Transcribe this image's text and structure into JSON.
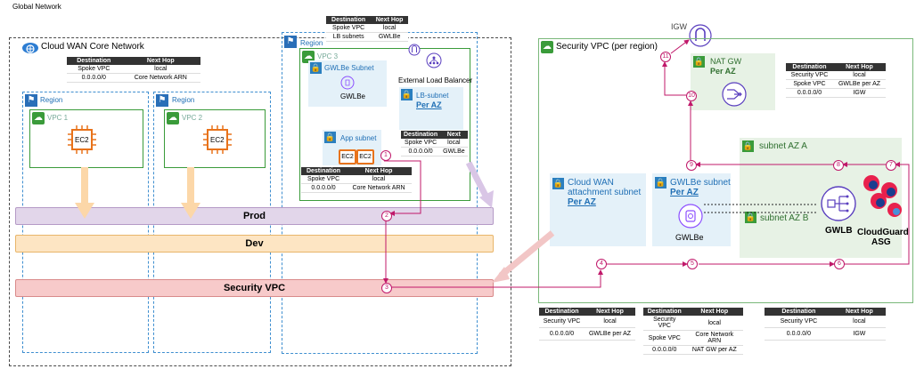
{
  "title": "Global Network",
  "core_network": {
    "label": "Cloud WAN Core Network",
    "route_table": {
      "headers": [
        "Destination",
        "Next Hop"
      ],
      "rows": [
        [
          "Spoke VPC",
          "local"
        ],
        [
          "0.0.0.0/0",
          "Core Network ARN"
        ]
      ]
    }
  },
  "regions": {
    "r1_label": "Region",
    "r2_label": "Region",
    "r3_label": "Region",
    "vpc1_label": "VPC 1",
    "vpc2_label": "VPC 2",
    "vpc3_label": "VPC 3",
    "ec2_label": "EC2"
  },
  "vpc3": {
    "top_table": {
      "headers": [
        "Destination",
        "Next Hop"
      ],
      "rows": [
        [
          "Spoke VPC",
          "local"
        ],
        [
          "LB subnets",
          "GWLBe"
        ]
      ]
    },
    "gwlbe_subnet_label": "GWLBe Subnet",
    "gwlbe_label": "GWLBe",
    "elb_label": "External Load Balancer",
    "lb_subnet_label": "LB-subnet",
    "lb_subnet_per_az": "Per AZ",
    "lb_table": {
      "headers": [
        "Destination",
        "Next"
      ],
      "rows": [
        [
          "Spoke VPC",
          "local"
        ],
        [
          "0.0.0.0/0",
          "GWLBe"
        ]
      ]
    },
    "app_subnet_label": "App subnet",
    "app_table": {
      "headers": [
        "Destination",
        "Next Hop"
      ],
      "rows": [
        [
          "Spoke VPC",
          "local"
        ],
        [
          "0.0.0.0/0",
          "Core Network ARN"
        ]
      ]
    }
  },
  "segments": {
    "prod": "Prod",
    "dev": "Dev",
    "security": "Security VPC"
  },
  "security_vpc": {
    "igw_label": "IGW",
    "label": "Security VPC (per region)",
    "natgw_label": "NAT GW",
    "natgw_per_az": "Per AZ",
    "natgw_table": {
      "headers": [
        "Destination",
        "Next Hop"
      ],
      "rows": [
        [
          "Security VPC",
          "local"
        ],
        [
          "Spoke VPC",
          "GWLBe per AZ"
        ],
        [
          "0.0.0.0/0",
          "IGW"
        ]
      ]
    },
    "subnet_az_a": "subnet AZ A",
    "subnet_az_b": "subnet AZ B",
    "cw_subnet_line1": "Cloud WAN",
    "cw_subnet_line2": "attachment subnet",
    "cw_subnet_per_az": "Per AZ",
    "gwlbe_subnet_label": "GWLBe subnet",
    "gwlbe_subnet_per_az": "Per AZ",
    "gwlbe_label": "GWLBe",
    "gwlb_label": "GWLB",
    "cloudguard_line1": "CloudGuard",
    "cloudguard_line2": "ASG",
    "bottom_tables": [
      {
        "headers": [
          "Destination",
          "Next Hop"
        ],
        "rows": [
          [
            "Security VPC",
            "local"
          ],
          [
            "0.0.0.0/0",
            "GWLBe per AZ"
          ]
        ]
      },
      {
        "headers": [
          "Destination",
          "Next Hop"
        ],
        "rows": [
          [
            "Security VPC",
            "local"
          ],
          [
            "Spoke VPC",
            "Core Network ARN"
          ],
          [
            "0.0.0.0/0",
            "NAT GW per AZ"
          ]
        ]
      },
      {
        "headers": [
          "Destination",
          "Next Hop"
        ],
        "rows": [
          [
            "Security VPC",
            "local"
          ],
          [
            "0.0.0.0/0",
            "IGW"
          ]
        ]
      }
    ]
  },
  "steps": [
    "1",
    "2",
    "3",
    "4",
    "5",
    "6",
    "7",
    "8",
    "9",
    "10",
    "11"
  ],
  "colors": {
    "prod": "#e2d6ea",
    "dev": "#fde5c3",
    "security": "#f7caca",
    "route": "#c0186a",
    "region_border": "#3f8fd0",
    "vpc_border": "#3a9b3a"
  }
}
